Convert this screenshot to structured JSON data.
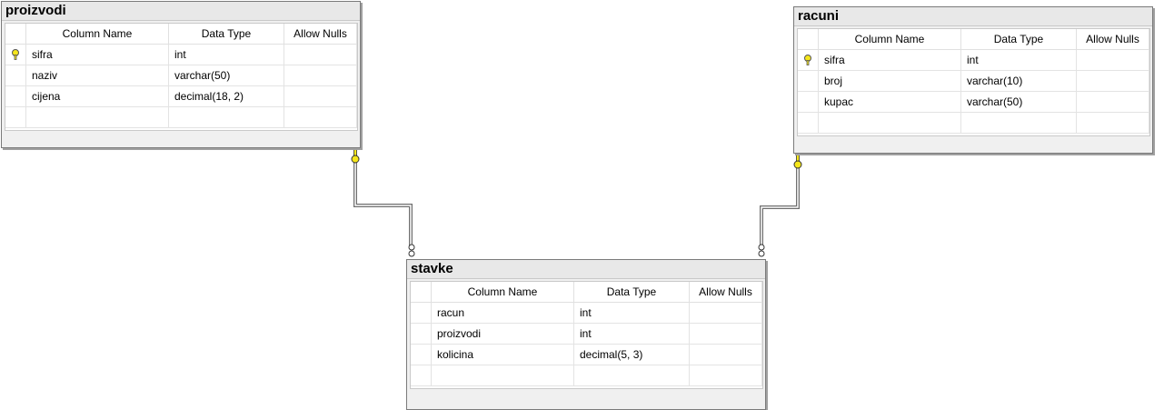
{
  "headers": {
    "column_name": "Column Name",
    "data_type": "Data Type",
    "allow_nulls": "Allow Nulls"
  },
  "tables": {
    "proizvodi": {
      "title": "proizvodi",
      "rows": [
        {
          "name": "sifra",
          "type": "int",
          "pk": true
        },
        {
          "name": "naziv",
          "type": "varchar(50)"
        },
        {
          "name": "cijena",
          "type": "decimal(18, 2)"
        }
      ]
    },
    "racuni": {
      "title": "racuni",
      "rows": [
        {
          "name": "sifra",
          "type": "int",
          "pk": true
        },
        {
          "name": "broj",
          "type": "varchar(10)"
        },
        {
          "name": "kupac",
          "type": "varchar(50)"
        }
      ]
    },
    "stavke": {
      "title": "stavke",
      "rows": [
        {
          "name": "racun",
          "type": "int"
        },
        {
          "name": "proizvodi",
          "type": "int"
        },
        {
          "name": "kolicina",
          "type": "decimal(5, 3)"
        }
      ]
    }
  },
  "colors": {
    "key_fill": "#f5e61a",
    "connector": "#6f6f6f"
  }
}
